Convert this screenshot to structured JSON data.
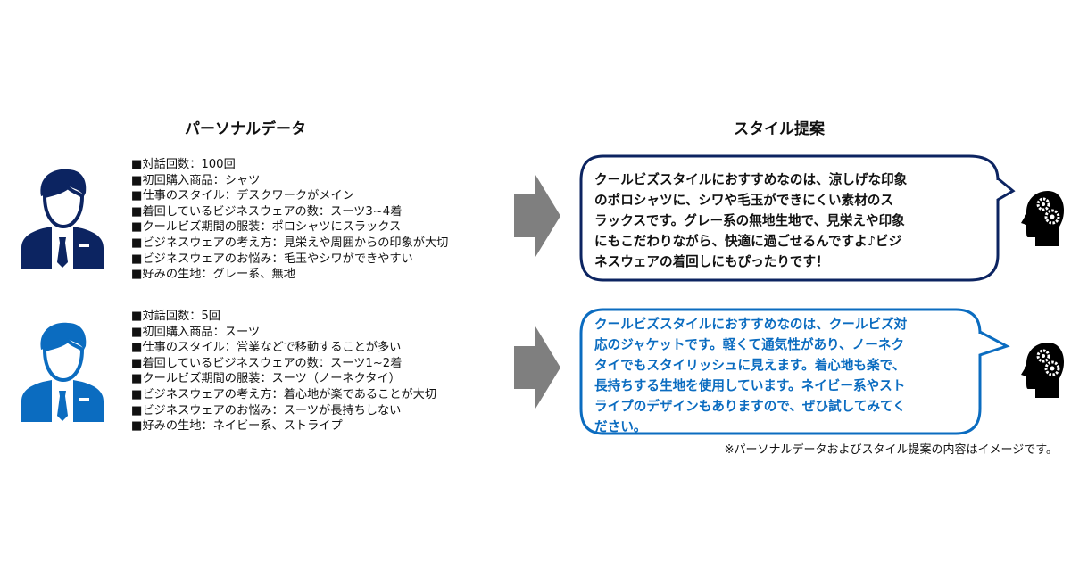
{
  "titles": {
    "personal": "パーソナルデータ",
    "style": "スタイル提案"
  },
  "colors": {
    "navy": "#0c2461",
    "blue": "#0b6cc0",
    "arrow": "#7f7f7f"
  },
  "personas": [
    {
      "items": [
        "■対話回数：100回",
        "■初回購入商品：シャツ",
        "■仕事のスタイル：デスクワークがメイン",
        "■着回しているビジネスウェアの数：スーツ3~4着",
        "■クールビズ期間の服装：ポロシャツにスラックス",
        "■ビジネスウェアの考え方：見栄えや周囲からの印象が大切",
        "■ビジネスウェアのお悩み：毛玉やシワができやすい",
        "■好みの生地：グレー系、無地"
      ],
      "suggestion": [
        "クールビズスタイルにおすすめなのは、涼しげな印象",
        "のポロシャツに、シワや毛玉ができにくい素材のス",
        "ラックスです。グレー系の無地生地で、見栄えや印象",
        "にもこだわりながら、快適に過ごせるんですよ♪ビジ",
        "ネスウェアの着回しにもぴったりです！"
      ]
    },
    {
      "items": [
        "■対話回数：5回",
        "■初回購入商品：スーツ",
        "■仕事のスタイル：営業などで移動することが多い",
        "■着回しているビジネスウェアの数：スーツ1~2着",
        "■クールビズ期間の服装：スーツ（ノーネクタイ）",
        "■ビジネスウェアの考え方：着心地が楽であることが大切",
        "■ビジネスウェアのお悩み：スーツが長持ちしない",
        "■好みの生地：ネイビー系、ストライプ"
      ],
      "suggestion": [
        "クールビズスタイルにおすすめなのは、クールビズ対",
        "応のジャケットです。軽くて通気性があり、ノーネク",
        "タイでもスタイリッシュに見えます。着心地も楽で、",
        "長持ちする生地を使用しています。ネイビー系やスト",
        "ライプのデザインもありますので、ぜひ試してみてく",
        "ださい。"
      ]
    }
  ],
  "note": "※パーソナルデータおよびスタイル提案の内容はイメージです。"
}
